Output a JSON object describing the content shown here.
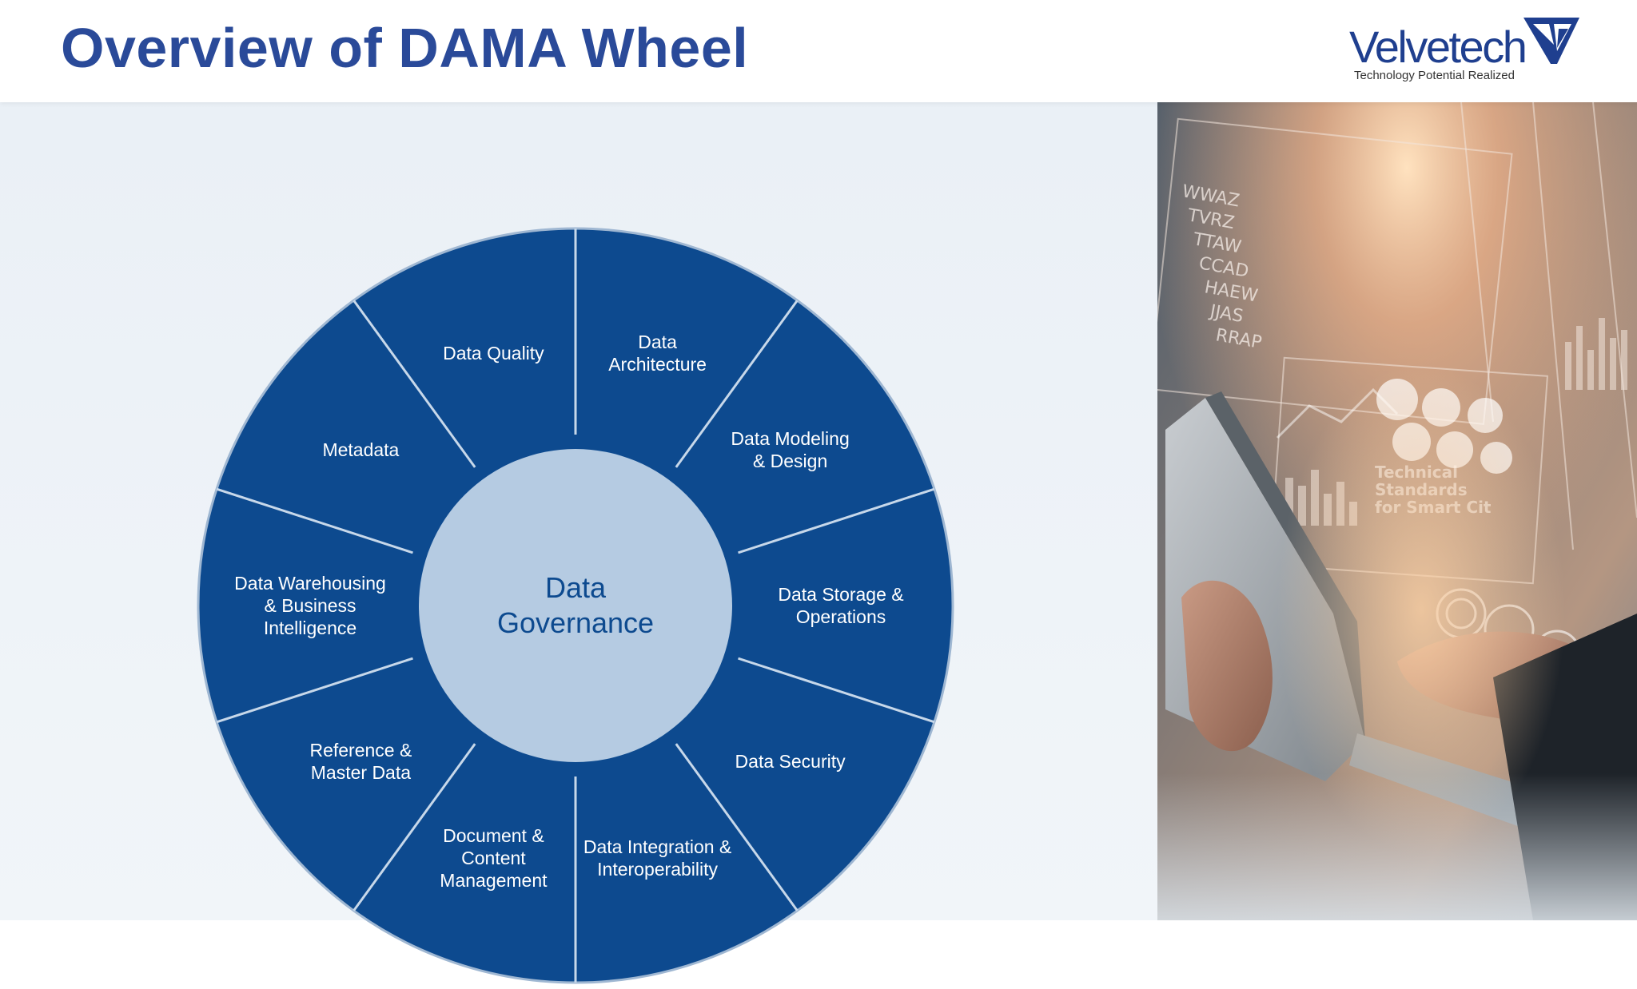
{
  "slide": {
    "title": "Overview of DAMA Wheel"
  },
  "logo": {
    "name": "Velvetech",
    "tagline": "Technology Potential Realized"
  },
  "wheel": {
    "center_lines": [
      "Data",
      "Governance"
    ],
    "segments": [
      {
        "lines": [
          "Data",
          "Architecture"
        ]
      },
      {
        "lines": [
          "Data Modeling",
          "& Design"
        ]
      },
      {
        "lines": [
          "Data Storage &",
          "Operations"
        ]
      },
      {
        "lines": [
          "Data Security"
        ]
      },
      {
        "lines": [
          "Data Integration &",
          "Interoperability"
        ]
      },
      {
        "lines": [
          "Document &",
          "Content",
          "Management"
        ]
      },
      {
        "lines": [
          "Reference &",
          "Master Data"
        ]
      },
      {
        "lines": [
          "Data Warehousing",
          "& Business",
          "Intelligence"
        ]
      },
      {
        "lines": [
          "Metadata"
        ]
      },
      {
        "lines": [
          "Data Quality"
        ]
      }
    ],
    "colors": {
      "ring": "#0d4a8f",
      "center": "#b5cbe2",
      "center_text": "#0d4a8f",
      "divider": "#c7d8ea",
      "label": "#ffffff"
    }
  },
  "photo": {
    "screen_lines": [
      "WWAZ",
      "TVRZ",
      "TTAW",
      "CCAD",
      "HAEW",
      "JJAS",
      "RRAP"
    ],
    "screen_badge": [
      "Technical",
      "Standards",
      "for Smart Cit"
    ]
  }
}
